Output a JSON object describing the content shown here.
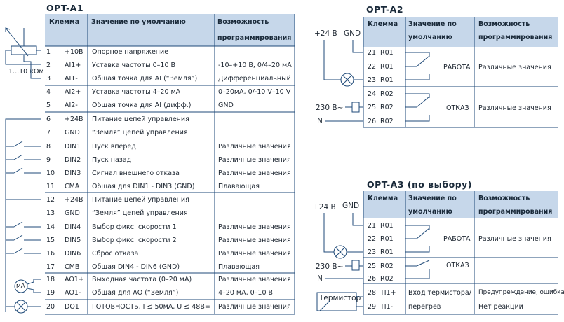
{
  "a1": {
    "title": "OPT-A1",
    "headers": {
      "terminal": "Клемма",
      "default": "Значение по умолчанию",
      "prog1": "Возможность",
      "prog2": "программирования"
    },
    "pot_label": "1...10 кОм",
    "rows": [
      {
        "n": "1",
        "t": "+10В",
        "d": "Опорное напряжение",
        "p": ""
      },
      {
        "n": "2",
        "t": "AI1+",
        "d": "Уставка частоты 0–10 В",
        "p": "-10–+10 В, 0/4–20 мА"
      },
      {
        "n": "3",
        "t": "AI1-",
        "d": "Общая точка для AI (“Земля”)",
        "p": "Дифференциальный"
      },
      {
        "n": "4",
        "t": "AI2+",
        "d": "Уставка частоты 4–20 мА",
        "p": "0–20мА, 0/-10 V–10 V"
      },
      {
        "n": "5",
        "t": "AI2-",
        "d": "Общая точка для AI (дифф.)",
        "p": "GND"
      },
      {
        "n": "6",
        "t": "+24В",
        "d": "Питание цепей управления",
        "p": ""
      },
      {
        "n": "7",
        "t": "GND",
        "d": "“Земля” цепей управления",
        "p": ""
      },
      {
        "n": "8",
        "t": "DIN1",
        "d": "Пуск вперед",
        "p": "Различные значения"
      },
      {
        "n": "9",
        "t": "DIN2",
        "d": "Пуск назад",
        "p": "Различные значения"
      },
      {
        "n": "10",
        "t": "DIN3",
        "d": "Сигнал внешнего отказа",
        "p": "Различные значения"
      },
      {
        "n": "11",
        "t": "CMA",
        "d": "Общая для DIN1 - DIN3 (GND)",
        "p": "Плавающая"
      },
      {
        "n": "12",
        "t": "+24В",
        "d": "Питание цепей управления",
        "p": ""
      },
      {
        "n": "13",
        "t": "GND",
        "d": "“Земля” цепей управления",
        "p": ""
      },
      {
        "n": "14",
        "t": "DIN4",
        "d": "Выбор фикс. скорости 1",
        "p": "Различные значения"
      },
      {
        "n": "15",
        "t": "DIN5",
        "d": "Выбор фикс. скорости 2",
        "p": "Различные значения"
      },
      {
        "n": "16",
        "t": "DIN6",
        "d": "Сброс отказа",
        "p": "Различные значения"
      },
      {
        "n": "17",
        "t": "CMB",
        "d": "Общая DIN4 - DIN6 (GND)",
        "p": "Плавающая"
      },
      {
        "n": "18",
        "t": "AO1+",
        "d": "Выходная частота (0–20 мА)",
        "p": "Различные значения"
      },
      {
        "n": "19",
        "t": "AO1-",
        "d": "Общая для АО (“Земля”)",
        "p": "4–20 мА, 0–10 В"
      },
      {
        "n": "20",
        "t": "DO1",
        "d": "ГОТОВНОСТЬ, I ≤ 50мА, U ≤ 48В=",
        "p": "Различные значения"
      }
    ],
    "ma_label": "мА"
  },
  "a2": {
    "title": "OPT-A2",
    "headers": {
      "terminal": "Клемма",
      "default1": "Значение по",
      "default2": "умолчанию",
      "prog1": "Возможность",
      "prog2": "программирования"
    },
    "plus24": "+24 В",
    "gnd": "GND",
    "ac230": "230 В~",
    "n_label": "N",
    "rows": [
      {
        "n": "21",
        "t": "R01"
      },
      {
        "n": "22",
        "t": "R01"
      },
      {
        "n": "23",
        "t": "R01"
      },
      {
        "n": "24",
        "t": "R02"
      },
      {
        "n": "25",
        "t": "R02"
      },
      {
        "n": "26",
        "t": "R02"
      }
    ],
    "relay1": "РАБОТА",
    "relay2": "ОТКАЗ",
    "prog_r1": "Различные значения",
    "prog_r2": "Различные значения"
  },
  "a3": {
    "title": "OPT-A3 (по выбору)",
    "headers": {
      "terminal": "Клемма",
      "default1": "Значение по",
      "default2": "умолчанию",
      "prog1": "Возможность",
      "prog2": "программирования"
    },
    "plus24": "+24 В",
    "gnd": "GND",
    "ac230": "230 В~",
    "n_label": "N",
    "thermistor": "Термистор",
    "rows": [
      {
        "n": "21",
        "t": "R01"
      },
      {
        "n": "22",
        "t": "R01"
      },
      {
        "n": "23",
        "t": "R01"
      },
      {
        "n": "25",
        "t": "R02"
      },
      {
        "n": "26",
        "t": "R02"
      },
      {
        "n": "28",
        "t": "TI1+"
      },
      {
        "n": "29",
        "t": "TI1-"
      }
    ],
    "relay1": "РАБОТА",
    "relay2": "ОТКАЗ",
    "prog_r1": "Различные значения",
    "ti_d1": "Вход термистора/",
    "ti_d2": "перегрев",
    "ti_p1": "Предупреждение, ошибка",
    "ti_p2": "Нет реакции"
  }
}
